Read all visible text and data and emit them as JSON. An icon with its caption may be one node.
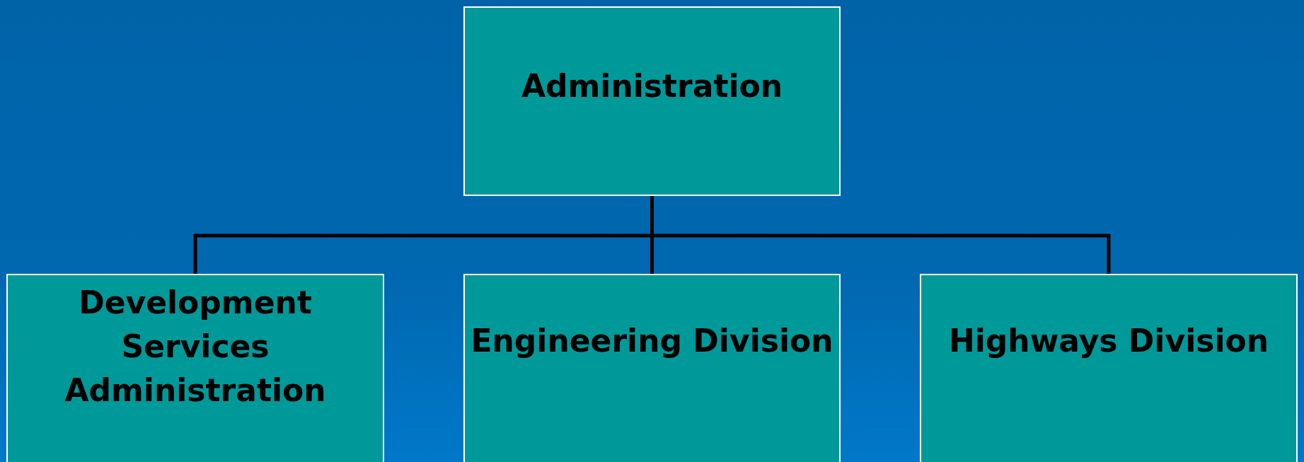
{
  "diagram": {
    "nodes": [
      {
        "text": [
          "Administration"
        ]
      },
      {
        "text": [
          "Development Services Administration"
        ]
      },
      {
        "text": [
          "Engineering Division"
        ]
      },
      {
        "text": [
          "Highways Division"
        ]
      }
    ],
    "edges": [
      {
        "from": 0,
        "to": 1,
        "arrow": "none"
      },
      {
        "from": 0,
        "to": 2,
        "arrow": "none"
      },
      {
        "from": 0,
        "to": 3,
        "arrow": "none"
      }
    ]
  }
}
